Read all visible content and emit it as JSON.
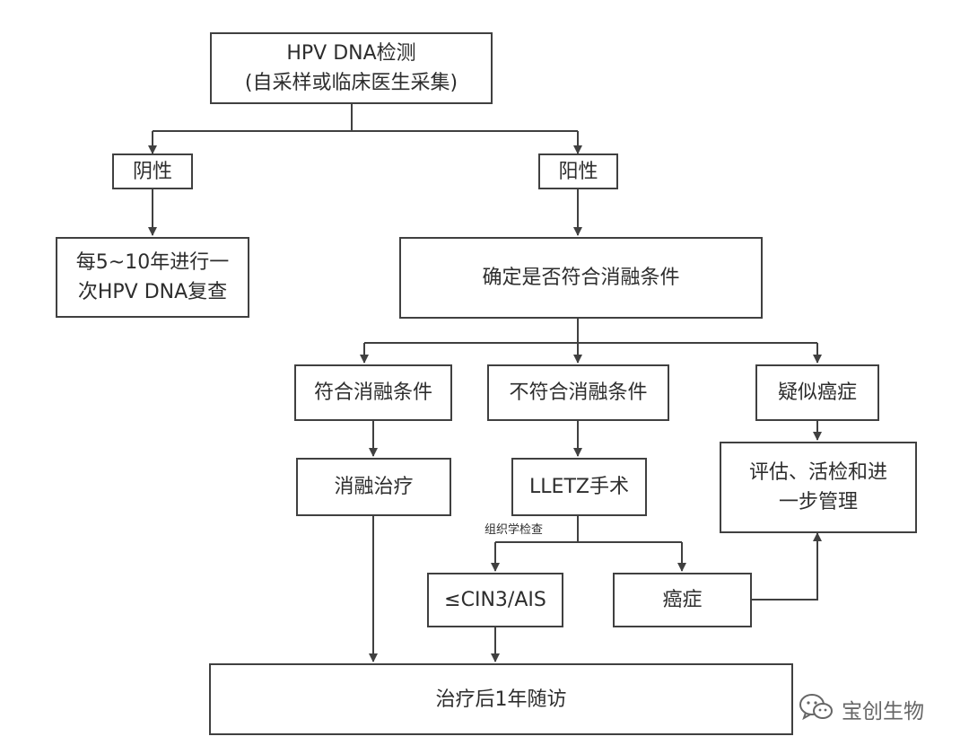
{
  "nodes": {
    "hpv_test": {
      "line1": "HPV DNA检测",
      "line2": "(自采样或临床医生采集)"
    },
    "negative": {
      "label": "阴性"
    },
    "positive": {
      "label": "阳性"
    },
    "retest": {
      "line1": "每5~10年进行一",
      "line2": "次HPV DNA复查"
    },
    "determine": {
      "label": "确定是否符合消融条件"
    },
    "eligible": {
      "label": "符合消融条件"
    },
    "ineligible": {
      "label": "不符合消融条件"
    },
    "suspected": {
      "label": "疑似癌症"
    },
    "ablation": {
      "label": "消融治疗"
    },
    "lletz": {
      "label": "LLETZ手术"
    },
    "evaluate": {
      "line1": "评估、活检和进",
      "line2": "一步管理"
    },
    "cin3": {
      "label": "≤CIN3/AIS"
    },
    "cancer": {
      "label": "癌症"
    },
    "followup": {
      "label": "治疗后1年随访"
    }
  },
  "edge_labels": {
    "histology": "组织学检查"
  },
  "watermark": {
    "text": "宝创生物",
    "icon": "wechat-icon"
  },
  "colors": {
    "line": "#404040",
    "text": "#2d2d2d",
    "watermark": "#666666"
  }
}
